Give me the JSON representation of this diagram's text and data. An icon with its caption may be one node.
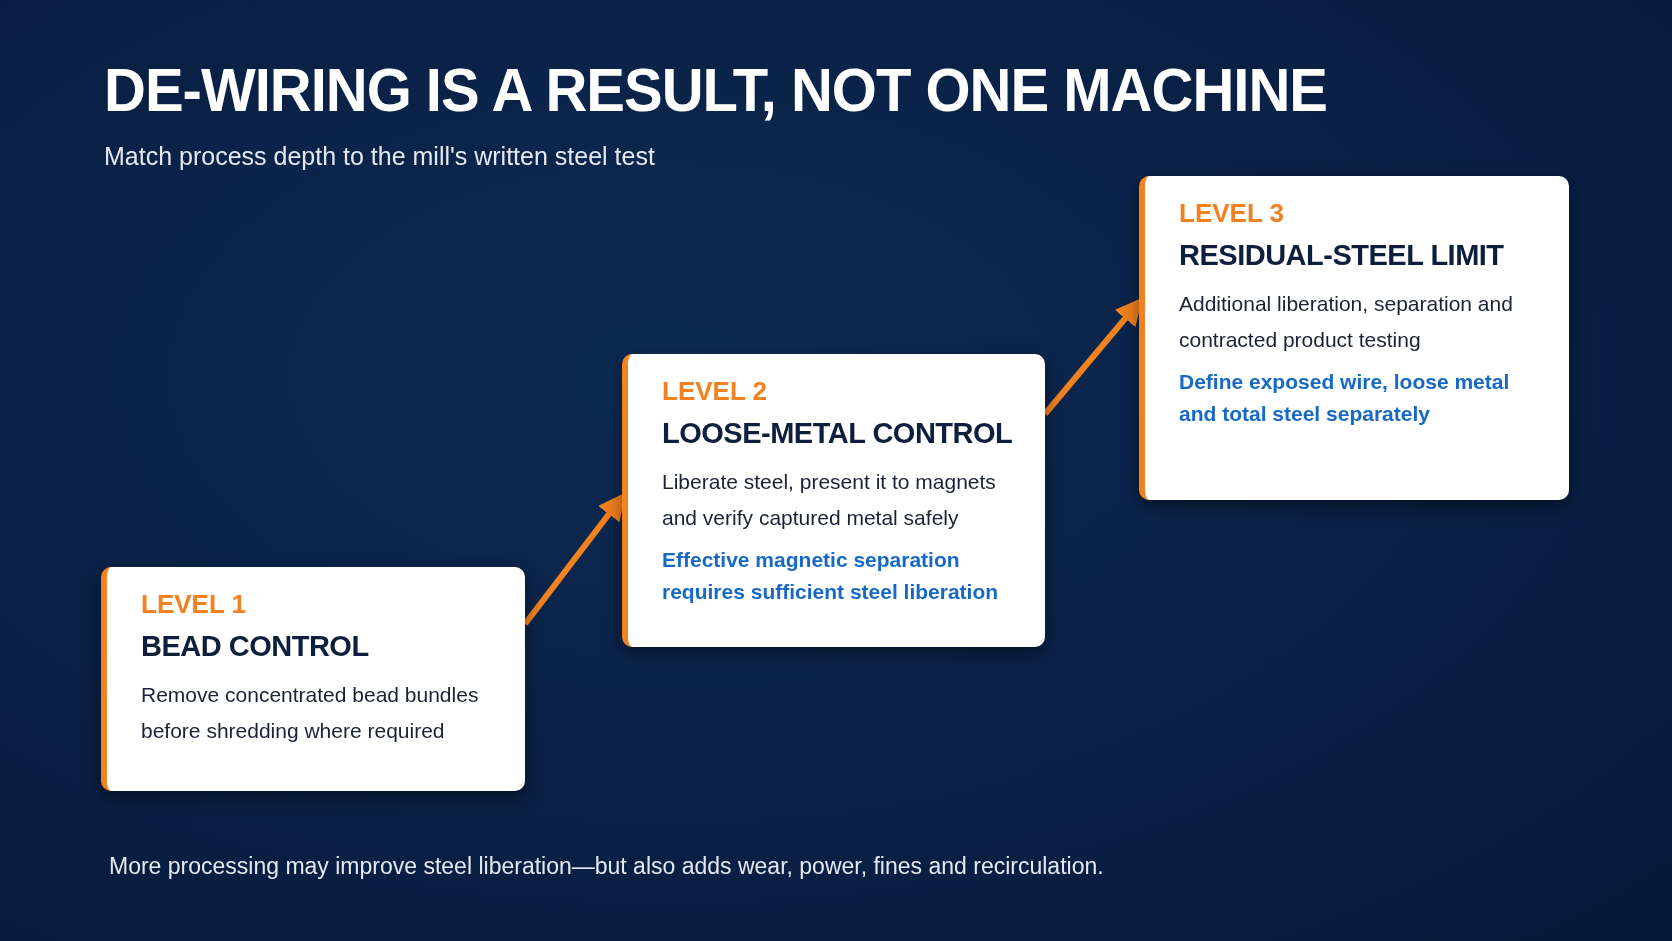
{
  "diagram": {
    "title": "DE-WIRING IS A RESULT, NOT ONE MACHINE",
    "nodes": [
      {
        "text": [
          "LEVEL 1",
          "BEAD CONTROL",
          "Remove concentrated bead bundles before shredding where required"
        ]
      },
      {
        "text": [
          "LEVEL 2",
          "LOOSE-METAL CONTROL",
          "Liberate steel, present it to magnets and verify captured metal safely",
          "Effective magnetic separation requires sufficient steel liberation"
        ]
      },
      {
        "text": [
          "LEVEL 3",
          "RESIDUAL-STEEL LIMIT",
          "Additional liberation, separation and contracted product testing",
          "Define exposed wire, loose metal and total steel separately"
        ]
      }
    ],
    "edges": [
      {
        "from": 0,
        "to": 1,
        "arrow": "to"
      },
      {
        "from": 1,
        "to": 2,
        "arrow": "to"
      }
    ],
    "labels": [
      "Match process depth to the mill's written steel test",
      "More processing may improve steel liberation—but also adds wear, power, fines and recirculation."
    ]
  }
}
